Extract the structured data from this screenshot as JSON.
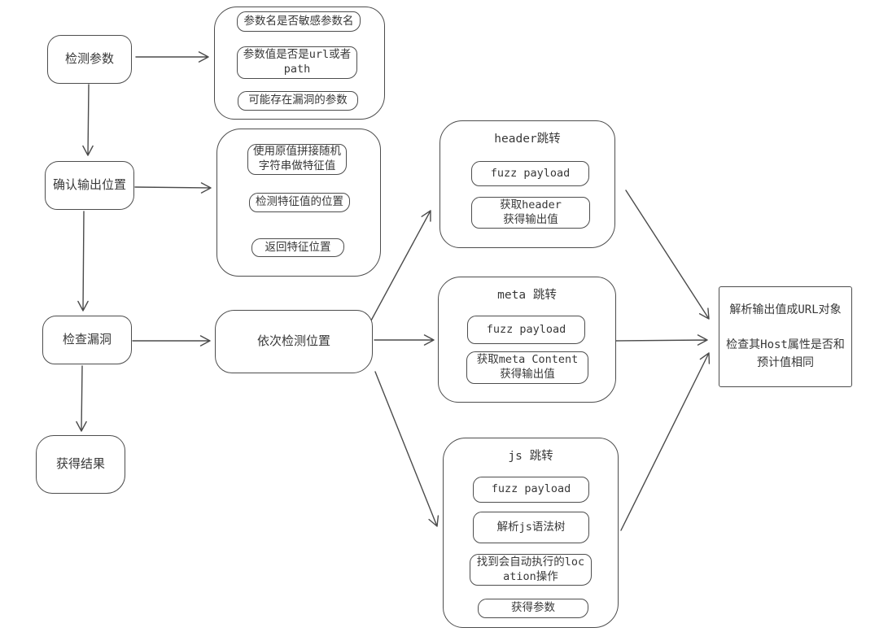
{
  "palette": {
    "stroke": "#4b4b4b",
    "text": "#383838",
    "background": "#ffffff"
  },
  "nodes": {
    "detect_params": "检测参数",
    "confirm_output": "确认输出位置",
    "check_vuln": "检查漏洞",
    "get_result": "获得结果",
    "detect_positions": "依次检测位置"
  },
  "param_group": {
    "items": [
      "参数名是否敏感参数名",
      "参数值是否是url或者\npath",
      "可能存在漏洞的参数"
    ]
  },
  "feature_group": {
    "items": [
      "使用原值拼接随机\n字符串做特征值",
      "检测特征值的位置",
      "返回特征位置"
    ]
  },
  "redirect_groups": [
    {
      "title": "header跳转",
      "items": [
        "fuzz payload",
        "获取header\n获得输出值"
      ]
    },
    {
      "title": "meta 跳转",
      "items": [
        "fuzz payload",
        "获取meta Content\n获得输出值"
      ]
    },
    {
      "title": "js 跳转",
      "items": [
        "fuzz payload",
        "解析js语法树",
        "找到会自动执行的loc\nation操作",
        "获得参数"
      ]
    }
  ],
  "result_box": "解析输出值成URL对象\n\n检查其Host属性是否和\n预计值相同"
}
